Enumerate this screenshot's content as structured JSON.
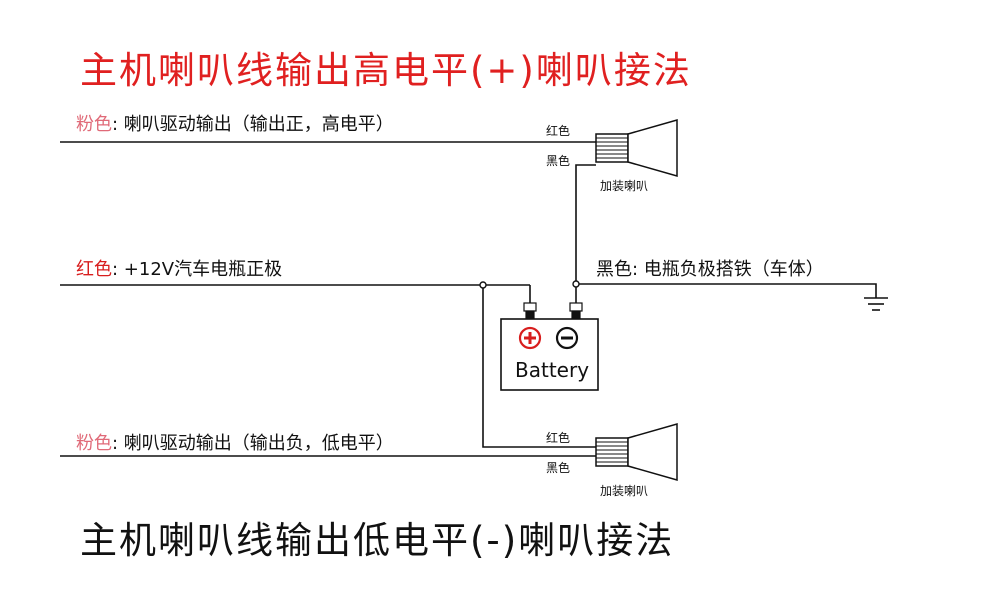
{
  "titles": {
    "top": "主机喇叭线输出高电平(+)喇叭接法",
    "bottom": "主机喇叭线输出低电平(-)喇叭接法"
  },
  "wires": {
    "top_pink": {
      "color_word": "粉色",
      "desc": ": 喇叭驱动输出（输出正，高电平）"
    },
    "red": {
      "color_word": "红色",
      "desc": ": +12V汽车电瓶正极"
    },
    "bottom_pink": {
      "color_word": "粉色",
      "desc": ": 喇叭驱动输出（输出负，低电平）"
    },
    "black_ground": {
      "color_word": "黑色",
      "desc": ": 电瓶负极搭铁（车体）"
    }
  },
  "speakers": {
    "top": {
      "red_lead": "红色",
      "black_lead": "黑色",
      "caption": "加装喇叭"
    },
    "bottom": {
      "red_lead": "红色",
      "black_lead": "黑色",
      "caption": "加装喇叭"
    }
  },
  "battery": {
    "label": "Battery"
  },
  "colors": {
    "title_top": "#e02020",
    "title_bottom": "#111111",
    "pink_text": "#e06a78",
    "red_text": "#d81e1e",
    "wire": "#111111",
    "positive_terminal": "#d81e1e"
  },
  "icons": [
    "speaker-horn-icon",
    "ground-symbol-icon",
    "plus-terminal-icon",
    "minus-terminal-icon"
  ]
}
